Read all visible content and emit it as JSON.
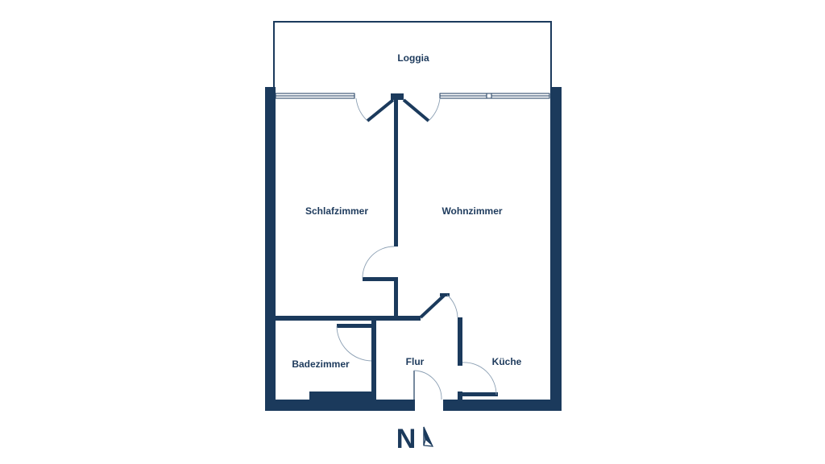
{
  "rooms": {
    "loggia": "Loggia",
    "schlafzimmer": "Schlafzimmer",
    "wohnzimmer": "Wohnzimmer",
    "badezimmer": "Badezimmer",
    "flur": "Flur",
    "kueche": "Küche"
  },
  "north": {
    "label": "N",
    "icon": "north-arrow-icon"
  },
  "colors": {
    "wall": "#1b3a5c",
    "text": "#1d3a5c",
    "background": "#ffffff"
  }
}
